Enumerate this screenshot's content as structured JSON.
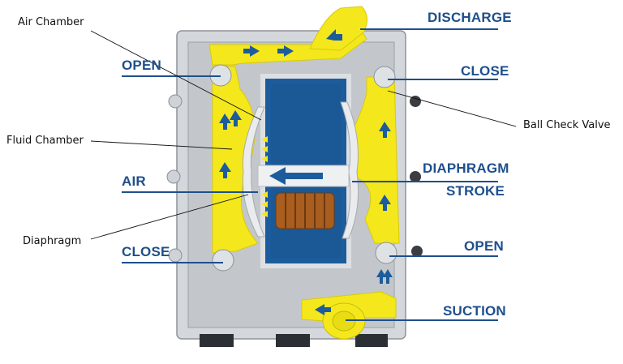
{
  "callouts": {
    "air_chamber": "Air Chamber",
    "fluid_chamber": "Fluid Chamber",
    "diaphragm": "Diaphragm",
    "ball_check_valve": "Ball Check Valve"
  },
  "labels": {
    "discharge": "DISCHARGE",
    "open_left": "OPEN",
    "close_right": "CLOSE",
    "diaphragm_stroke_line1": "DIAPHRAGM",
    "diaphragm_stroke_line2": "STROKE",
    "air": "AIR",
    "close_left": "CLOSE",
    "open_right": "OPEN",
    "suction": "SUCTION"
  },
  "colors": {
    "label_blue": "#1e4f8c",
    "fluid_yellow": "#f4e81c",
    "chamber_blue": "#1d5c9c",
    "housing_gray": "#d3d6d9"
  }
}
